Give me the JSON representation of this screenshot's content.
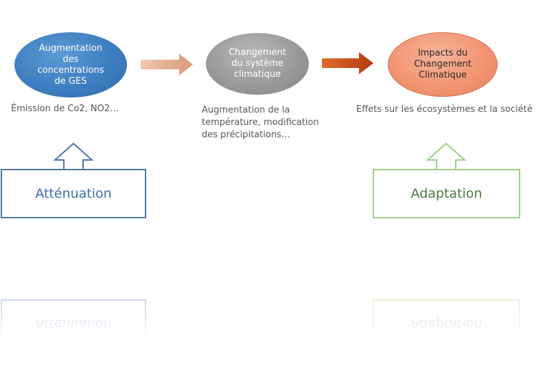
{
  "nodes": [
    {
      "label": "Augmentation\ndes\nconcentrations\nde GES"
    },
    {
      "label": "Changement\ndu système\nclimatique"
    },
    {
      "label": "Impacts du\nChangement\nClimatique"
    }
  ],
  "captions": [
    "Émission de Co2, NO2…",
    "Augmentation de la\ntempérature, modification\ndes précipitations…",
    "Effets sur les écosystèmes  et la société"
  ],
  "boxes": {
    "attenuation": "Atténuation",
    "adaptation": "Adaptation"
  },
  "colors": {
    "node1": "#3e7ec0",
    "node2": "#9a9a9a",
    "node3": "#f29573",
    "arrow1": "#e3a98c",
    "arrow2": "#c8430f",
    "attenuation_border": "#4a76a8",
    "adaptation_border": "#9ccf86"
  }
}
